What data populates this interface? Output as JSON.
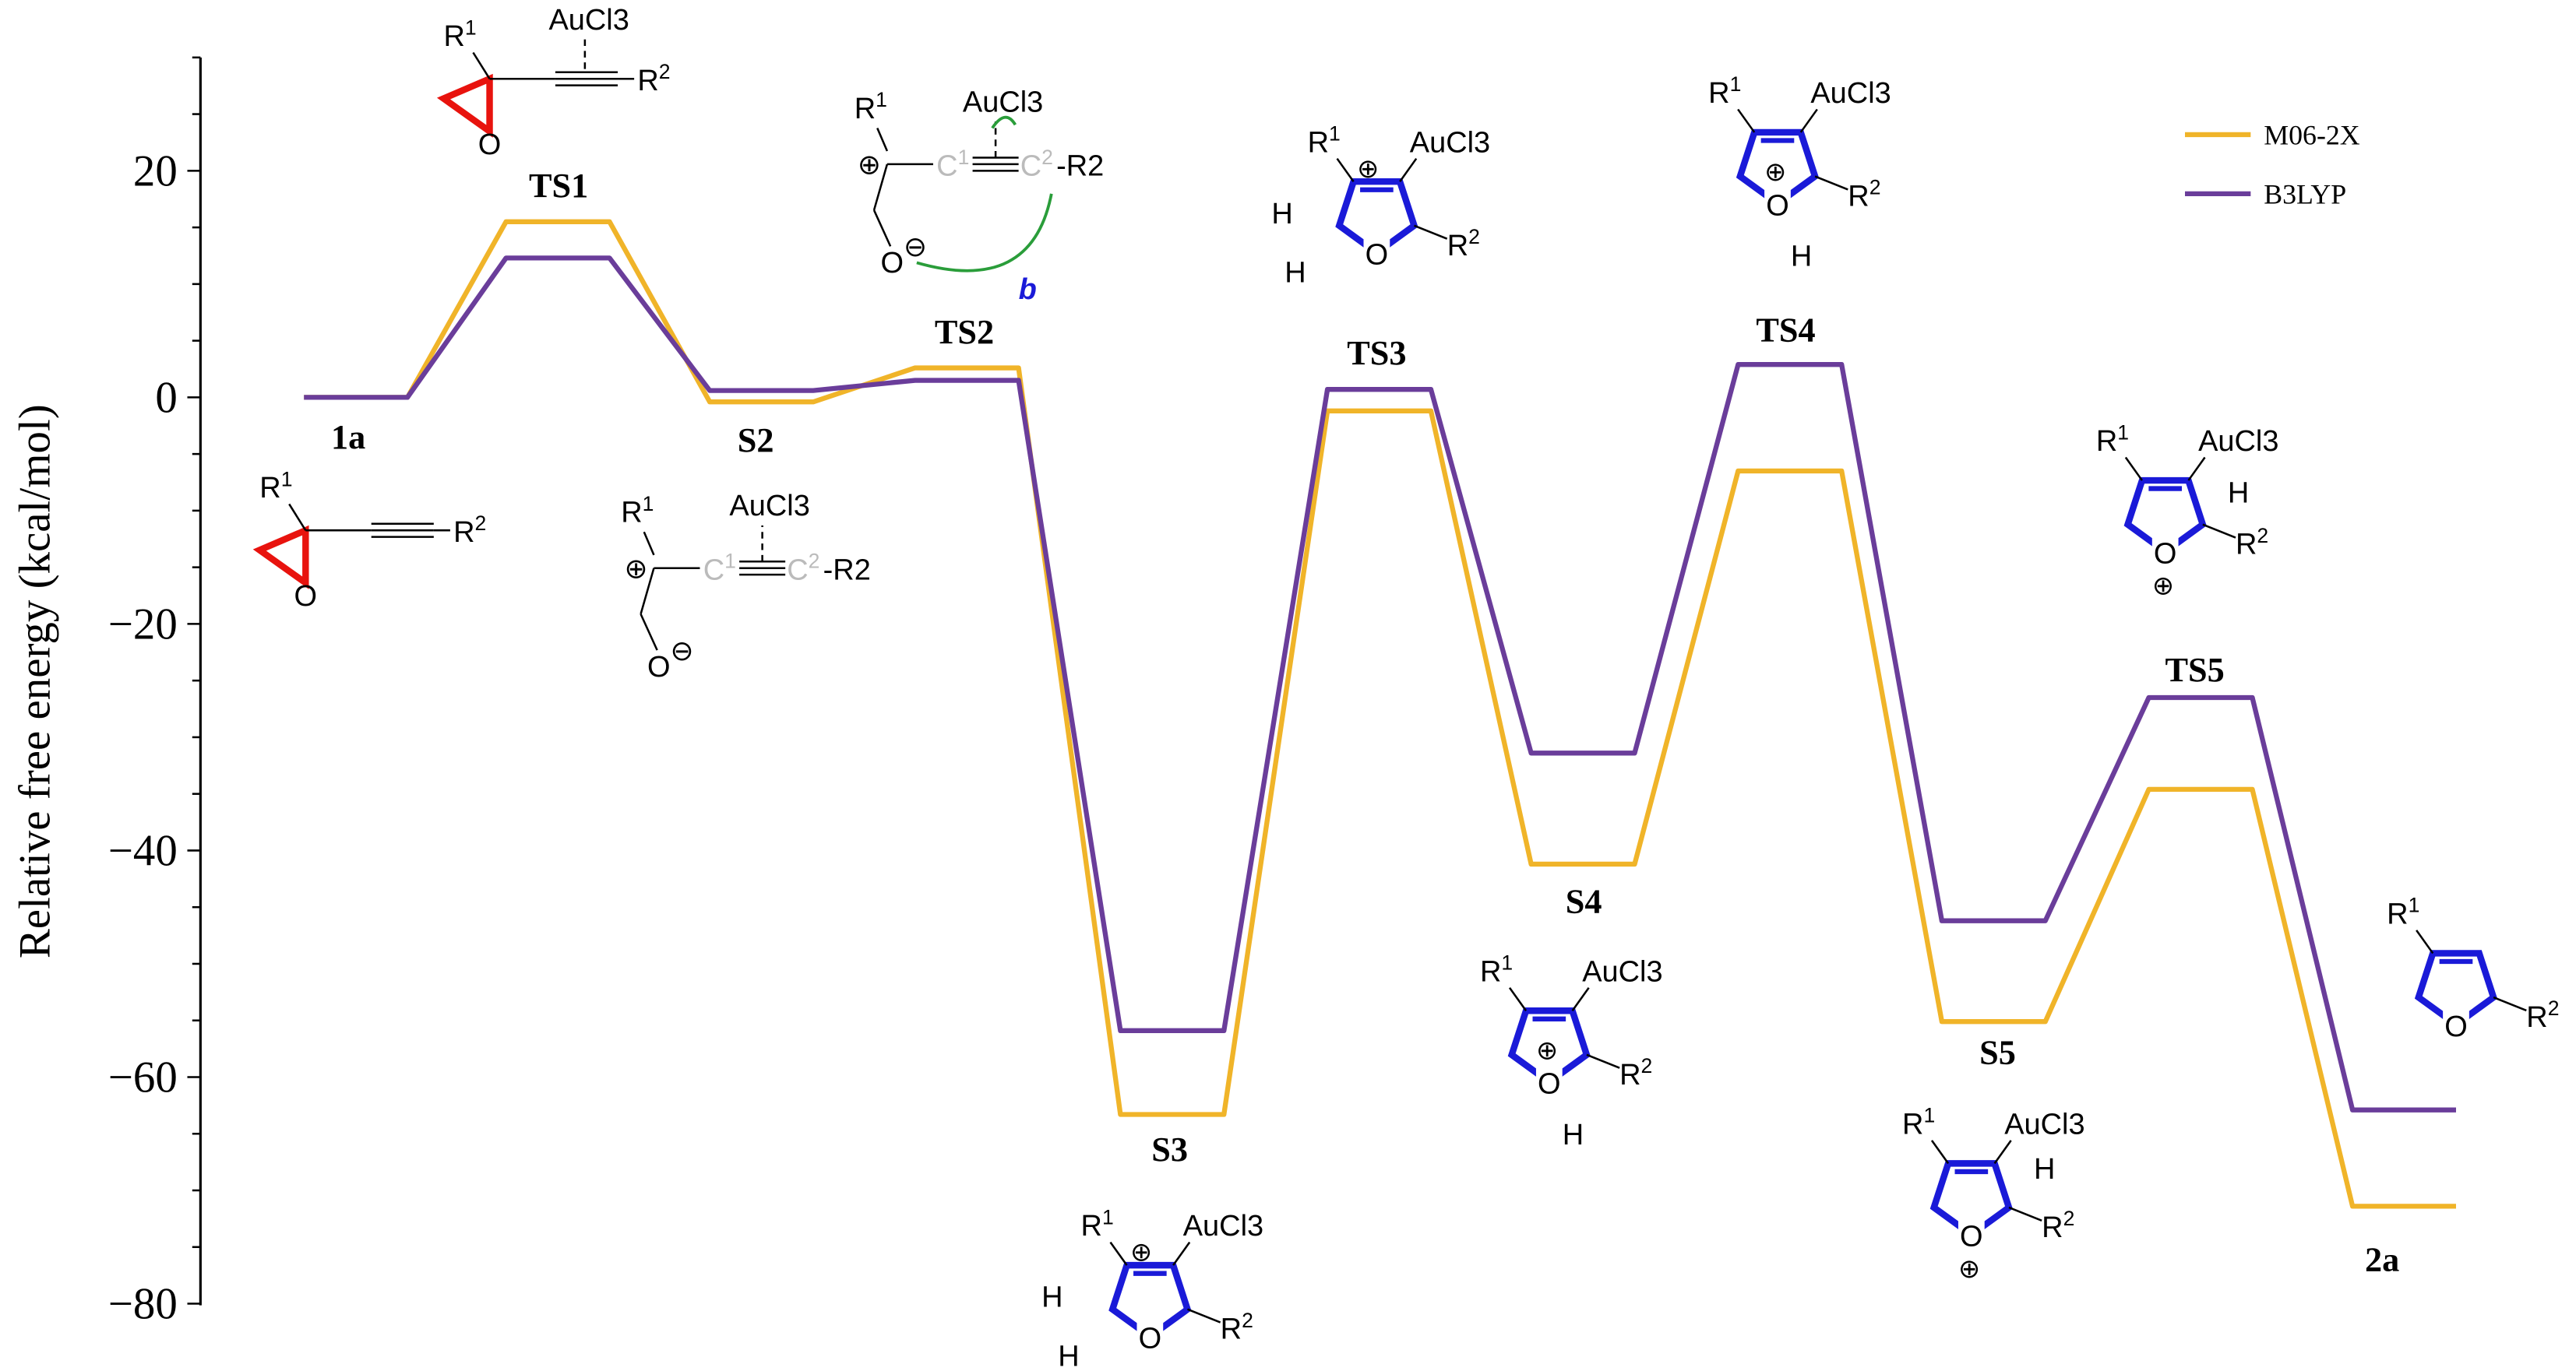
{
  "chart_data": {
    "type": "line",
    "title": "",
    "xlabel": "",
    "ylabel": "Relative free energy (kcal/mol)",
    "ylim": [
      -80,
      30
    ],
    "yticks": [
      "20",
      "0",
      "−20",
      "−40",
      "−60",
      "−80"
    ],
    "ytick_values": [
      20,
      0,
      -20,
      -40,
      -60,
      -80
    ],
    "minor_tick_step": 5,
    "grid": false,
    "legend_position": "top-right",
    "categories": [
      "1a",
      "TS1",
      "S2",
      "TS2",
      "S3",
      "TS3",
      "S4",
      "TS4",
      "S5",
      "TS5",
      "2a"
    ],
    "series": [
      {
        "name": "M06-2X",
        "color": "#f0b429",
        "values": [
          0,
          15.5,
          -0.4,
          2.6,
          -63.3,
          -1.2,
          -41.2,
          -6.5,
          -55.1,
          -34.6,
          -71.4
        ]
      },
      {
        "name": "B3LYP",
        "color": "#6a3d9a",
        "values": [
          0,
          12.3,
          0.6,
          1.5,
          -55.9,
          0.7,
          -31.4,
          2.9,
          -46.2,
          -26.5,
          -62.9
        ]
      }
    ]
  },
  "structures": [
    {
      "id": "ts1",
      "labels": [
        "R1",
        "AuCl3",
        "R2",
        "O"
      ]
    },
    {
      "id": "1a",
      "labels": [
        "R1",
        "R2",
        "O"
      ]
    },
    {
      "id": "s2",
      "labels": [
        "R1",
        "AuCl3",
        "C1",
        "C2",
        "-R2",
        "O",
        "⊕",
        "⊖"
      ]
    },
    {
      "id": "ts2",
      "labels": [
        "R1",
        "AuCl3",
        "C1",
        "C2",
        "-R2",
        "O",
        "⊕",
        "⊖",
        "b"
      ]
    },
    {
      "id": "ts3",
      "labels": [
        "R1",
        "AuCl3",
        "R2",
        "O",
        "H",
        "H",
        "⊕"
      ]
    },
    {
      "id": "ts4",
      "labels": [
        "R1",
        "AuCl3",
        "R2",
        "O",
        "H",
        "⊕"
      ]
    },
    {
      "id": "s3",
      "labels": [
        "R1",
        "AuCl3",
        "R2",
        "O",
        "H",
        "H",
        "⊕"
      ]
    },
    {
      "id": "s4",
      "labels": [
        "R1",
        "AuCl3",
        "R2",
        "O",
        "H",
        "⊕"
      ]
    },
    {
      "id": "ts5",
      "labels": [
        "R1",
        "AuCl3",
        "R2",
        "O",
        "H",
        "⊕"
      ]
    },
    {
      "id": "s5",
      "labels": [
        "R1",
        "AuCl3",
        "R2",
        "O",
        "H",
        "⊕"
      ]
    },
    {
      "id": "2a",
      "labels": [
        "R1",
        "R2",
        "O"
      ]
    }
  ]
}
